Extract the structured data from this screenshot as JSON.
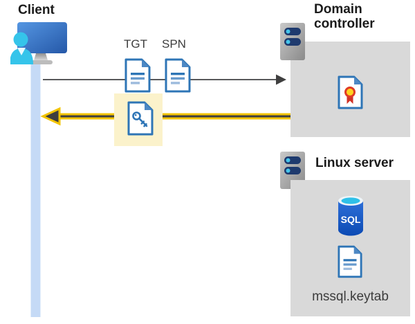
{
  "client": {
    "label": "Client"
  },
  "tickets": {
    "tgt": "TGT",
    "spn": "SPN"
  },
  "domain_controller": {
    "label": "Domain controller"
  },
  "linux_server": {
    "label": "Linux server",
    "sql_icon_text": "SQL",
    "keytab_file": "mssql.keytab"
  },
  "icons": {
    "client-workstation-icon": "monitor with user silhouette",
    "server-icon": "gray rack server with two status slots",
    "ticket-document-icon": "blue outlined document with text lines",
    "key-document-icon": "blue outlined document with key glyph",
    "certificate-icon": "document with award rosette seal",
    "sql-database-icon": "blue cylinder labeled SQL"
  },
  "colors": {
    "arrow-yellow": "#f2c400",
    "arrow-dark": "#3f3f3f",
    "arrow-gray": "#58595b",
    "highlight-yellow": "#fbf2cb",
    "panel-gray": "#d9d9d9",
    "timeline-blue": "#c5daf6",
    "doc-blue": "#2e75b6",
    "person-cyan": "#35c4ea"
  }
}
